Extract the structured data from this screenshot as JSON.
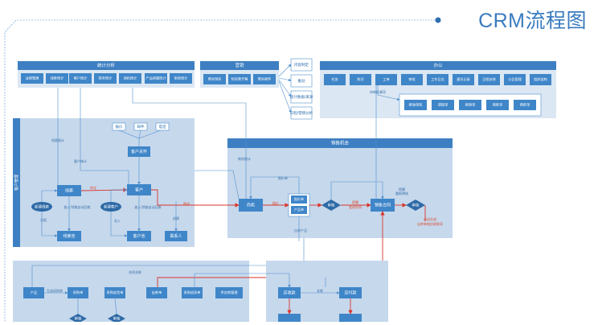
{
  "title": "CRM流程图",
  "colors": {
    "frame": "#2f6fb0",
    "header": "#3d7fc2",
    "box": "#3f86c9",
    "panel": "#dbe7f3",
    "panelDark": "#c6d8ec",
    "line": "#4f8fce",
    "red": "#d9352b",
    "redText": "#e04a2f"
  },
  "sections": {
    "stats": "统计分析",
    "marketing": "营销",
    "office": "办公",
    "sales": "销售机会",
    "customer": "客户管理"
  },
  "stats_items": [
    "业绩管理",
    "线索统计",
    "客户统计",
    "财务统计",
    "商机统计",
    "产品销量统计",
    "审核统计"
  ],
  "marketing_items": [
    "营运短信",
    "短信营开箱",
    "营运邮件"
  ],
  "marketing_side": [
    "内容制定",
    "推动",
    "统计数据/来源",
    "日程/营销分析"
  ],
  "office_items": [
    "任务",
    "知识",
    "工单",
    "审批",
    "工作日志",
    "通讯记录",
    "日程安排",
    "公告管理",
    "组织架构"
  ],
  "office_sub": [
    "报溢审批",
    "请假单",
    "报销单",
    "借款单",
    "借款单"
  ],
  "office_label": "待审批事项",
  "customer": {
    "top": [
      "报价",
      "邮件",
      "电话"
    ],
    "care": "客户关怀",
    "clue": "线索",
    "client": "客户",
    "create_clue": "新建线索",
    "create_client": "新建客户",
    "clue_pool": "线索池",
    "client_pool": "客户池",
    "contact": "联系人",
    "lbl_clue_stat": "线索统计",
    "lbl_client_stat": "客户统计",
    "lbl_convert": "转化",
    "lbl_assign": "分配",
    "lbl_import": "导入",
    "lbl_create": "创建",
    "lbl_into_pool1": "放入/领取自动回收",
    "lbl_into_pool2": "放入/领取自动回收",
    "lbl_lead": "跟进"
  },
  "sales": {
    "opportunity": "商机",
    "quote_box": [
      "报价单",
      "产品单"
    ],
    "approve1": "审核",
    "approve2": "审核",
    "contract": "销售合同",
    "lbl_lead": "跟进",
    "lbl_quote": "报价",
    "lbl_quote2": "报价单",
    "lbl_pass1": "提醒",
    "lbl_pass1b": "变成合同",
    "lbl_pass2": "提醒",
    "lbl_pass2b": "重新审核",
    "lbl_print": "出库产品",
    "lbl_gen_top": "自动生成",
    "lbl_gen_bottom": "出库单和应收款项",
    "lbl_stat": "商机统计",
    "lbl_sales_stat": "销售统计"
  },
  "bottom_left": {
    "items": [
      "产品",
      "采购单",
      "采购退货单",
      "出库单",
      "采购退款单",
      "供应商管理"
    ],
    "diamonds": [
      "审核",
      "审核"
    ],
    "lbl_gen": "生成采购单",
    "lbl_contract": "合同关联"
  },
  "bottom_right": {
    "items": [
      "应收款",
      "应付款"
    ],
    "lbl_link": "关联"
  }
}
